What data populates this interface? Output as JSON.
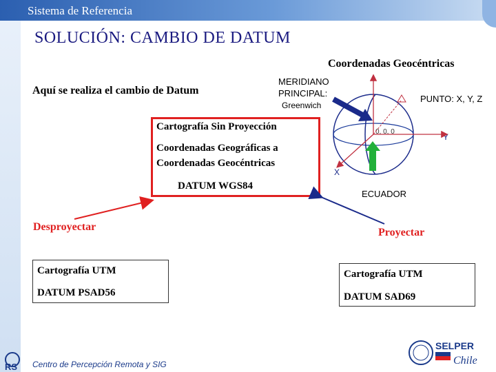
{
  "header": {
    "title": "Sistema de Referencia"
  },
  "slide_title": "SOLUCIÓN:   CAMBIO DE DATUM",
  "geo_title": "Coordenadas Geocéntricas",
  "change_note": "Aquí se realiza el cambio de Datum",
  "meridian": {
    "line1": "MERIDIANO",
    "line2": "PRINCIPAL:",
    "line3": "Greenwich"
  },
  "point_label": "PUNTO: X, Y, Z",
  "origin_label": "0, 0, 0",
  "axis": {
    "x": "X",
    "y": "Y"
  },
  "equator_label": "ECUADOR",
  "center_box": {
    "line1": "Cartografía Sin Proyección",
    "line2": "Coordenadas Geográficas a",
    "line3": "Coordenadas Geocéntricas",
    "line4": "DATUM WGS84"
  },
  "left_action": "Desproyectar",
  "right_action": "Proyectar",
  "left_box": {
    "line1": "Cartografía UTM",
    "line2": "DATUM PSAD56"
  },
  "right_box": {
    "line1": "Cartografía UTM",
    "line2": "DATUM SAD69"
  },
  "footer": {
    "text": "Centro de Percepción Remota y SIG"
  },
  "logo": {
    "text": "SELPER",
    "subtext": "Chile"
  },
  "colors": {
    "accent_red": "#e02020",
    "navy": "#1a2a8a",
    "green": "#22b03a",
    "blue_header": "#2b5fb0"
  }
}
